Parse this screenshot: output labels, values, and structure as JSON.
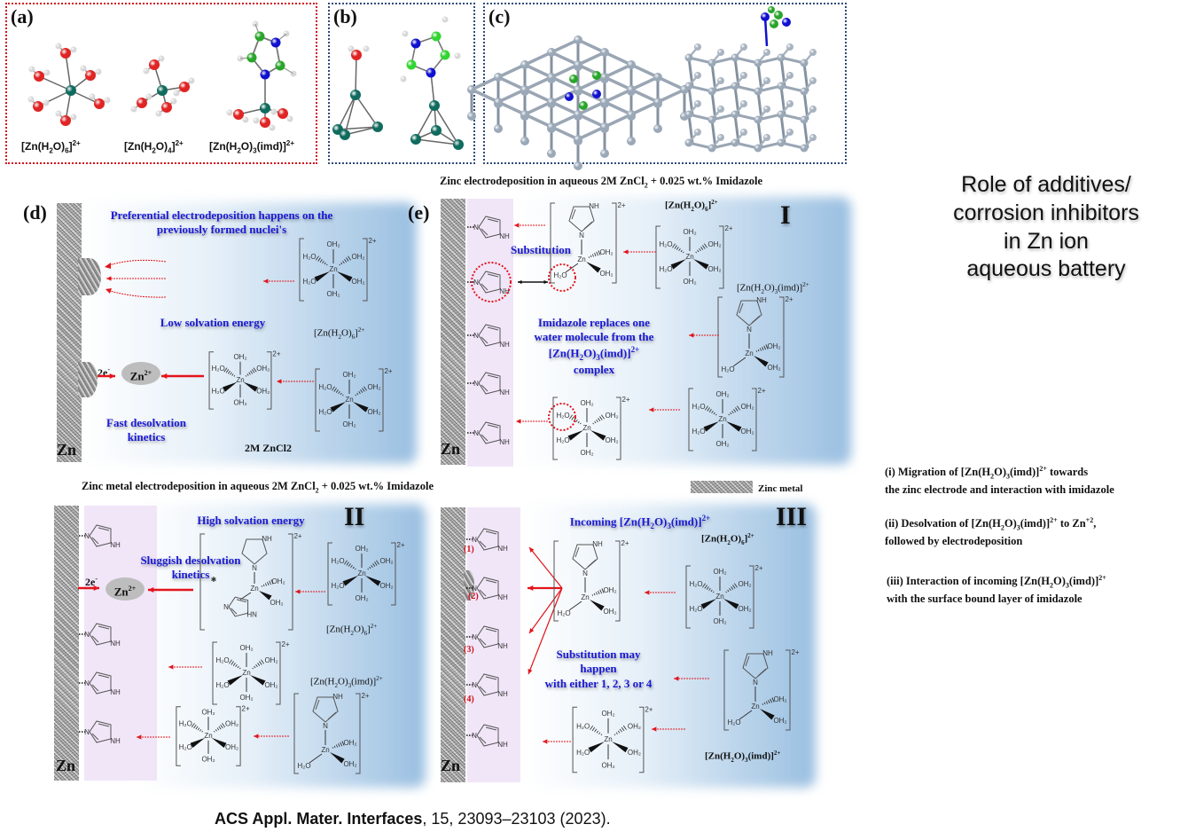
{
  "panels": {
    "a": {
      "label": "(a)",
      "captions": [
        {
          "main": "[Zn(H",
          "sub1": "2",
          "mid": "O)",
          "sub2": "6",
          "end": "]",
          "sup": "2+"
        },
        {
          "main": "[Zn(H",
          "sub1": "2",
          "mid": "O)",
          "sub2": "4",
          "end": "]",
          "sup": "2+"
        },
        {
          "main": "[Zn(H",
          "sub1": "2",
          "mid": "O)",
          "sub2": "3",
          "end": "(imd)]",
          "sup": "2+"
        }
      ]
    },
    "b": {
      "label": "(b)"
    },
    "c": {
      "label": "(c)"
    },
    "d": {
      "label": "(d)",
      "text_preferential": "Preferential electrodeposition happens on the previously formed nuclei's",
      "text_low_solvation": "Low solvation energy",
      "text_fast_desolvation": "Fast desolvation kinetics",
      "electrons": "2e",
      "electrons_sup": "-",
      "zn_ion": "Zn",
      "zn_ion_sup": "2+",
      "complex_label": {
        "main": "[Zn(H",
        "sub1": "2",
        "mid": "O)",
        "sub2": "6",
        "end": "]",
        "sup": "2+"
      },
      "electrolyte": "2M ZnCl2",
      "electrode": "Zn"
    },
    "e": {
      "label": "(e)",
      "header": {
        "pre": "Zinc  electrodeposition  in aqueous 2M ZnCl",
        "sub": "2",
        "post": " + 0.025 wt.% Imidazole"
      },
      "roman": "I",
      "text_substitution": "Substitution",
      "text_replaces": {
        "line1": "Imidazole replaces one",
        "line2": "water molecule from the",
        "line3_main": "[Zn(H",
        "line3_sub1": "2",
        "line3_mid": "O)",
        "line3_sub2": "3",
        "line3_end": "(imd)]",
        "line3_sup": "2+",
        "line4": "complex"
      },
      "label_hexaaqua": {
        "main": "[Zn(H",
        "sub1": "2",
        "mid": "O)",
        "sub2": "6",
        "end": "]",
        "sup": "2+"
      },
      "label_imd": {
        "main": "[Zn(H",
        "sub1": "2",
        "mid": "O)",
        "sub2": "3",
        "end": "(imd)]",
        "sup": "2+"
      },
      "electrode": "Zn"
    },
    "ii": {
      "header": {
        "pre": "Zinc  metal electrodeposition  in aqueous 2M ZnCl",
        "sub": "2",
        "post": " + 0.025 wt.%  Imidazole"
      },
      "roman": "II",
      "text_high_solvation": "High solvation energy",
      "text_sluggish": "Sluggish desolvation kinetics",
      "electrons": "2e",
      "electrons_sup": "-",
      "zn_ion": "Zn",
      "zn_ion_sup": "2+",
      "label_hexaaqua": {
        "main": "[Zn(H",
        "sub1": "2",
        "mid": "O)",
        "sub2": "6",
        "end": "]",
        "sup": "2+"
      },
      "label_imd": {
        "main": "[Zn(H",
        "sub1": "2",
        "mid": "O)",
        "sub2": "3",
        "end": "(imd)]",
        "sup": "2+"
      },
      "electrode": "Zn"
    },
    "iii": {
      "roman": "III",
      "legend_zinc_metal": "Zinc metal",
      "text_incoming": {
        "main": "Incoming [Zn(H",
        "sub1": "2",
        "mid": "O)",
        "sub2": "3",
        "end": "(imd)]",
        "sup": "2+"
      },
      "text_substitution": {
        "line1": "Substitution may",
        "line2": "happen",
        "line3": "with  either 1, 2, 3 or 4"
      },
      "site_numbers": [
        "(1)",
        "(2)",
        "(3)",
        "(4)"
      ],
      "label_hexaaqua": {
        "main": "[Zn(H",
        "sub1": "2",
        "mid": "O)",
        "sub2": "6",
        "end": "]",
        "sup": "2+"
      },
      "label_imd": {
        "main": "[Zn(H",
        "sub1": "2",
        "mid": "O)",
        "sub2": "3",
        "end": "(imd)]",
        "sup": "2+"
      },
      "electrode": "Zn"
    }
  },
  "molecule_text": {
    "oh2": "OH₂",
    "h2o": "H₂O",
    "zn": "Zn",
    "nh": "NH",
    "hn": "HN",
    "n": "N",
    "charge": "2+"
  },
  "title": {
    "line1": "Role of additives/",
    "line2": "corrosion inhibitors",
    "line3": "in Zn ion",
    "line4": "aqueous battery"
  },
  "notes": [
    {
      "pre": "(i)    Migration of [Zn(H",
      "sub1": "2",
      "mid": "O)",
      "sub2": "3",
      "end": "(imd)]",
      "sup": "2+",
      "post": " towards",
      "line2": "the zinc  electrode and interaction  with  imidazole"
    },
    {
      "pre": "(ii) Desolvation of [Zn(H",
      "sub1": "2",
      "mid": "O)",
      "sub2": "3",
      "end": "(imd)]",
      "sup": "2+",
      "post": "  to Zn",
      "post_sup": "+2",
      "post_end": ",",
      "line2": "followed  by  electrodeposition"
    },
    {
      "pre": "(iii)  Interaction  of incoming  [Zn(H",
      "sub1": "2",
      "mid": "O)",
      "sub2": "3",
      "end": "(imd)]",
      "sup": "2+",
      "post": "",
      "line2": "with  the surface bound  layer of imidazole"
    }
  ],
  "citation": {
    "journal": "ACS Appl. Mater. Interfaces",
    "rest": ", 15, 23093–23103 (2023)."
  },
  "colors": {
    "panel_a_border": "#d0121b",
    "panel_bc_border": "#2f4a7a",
    "annotation_blue": "#1a1ad6",
    "arrow_red": "#e3141b",
    "zinc_atom": "#0f6b5e",
    "oxygen_atom": "#e02424",
    "nitrogen_atom": "#1010d0",
    "carbon_atom": "#2aa52a"
  }
}
